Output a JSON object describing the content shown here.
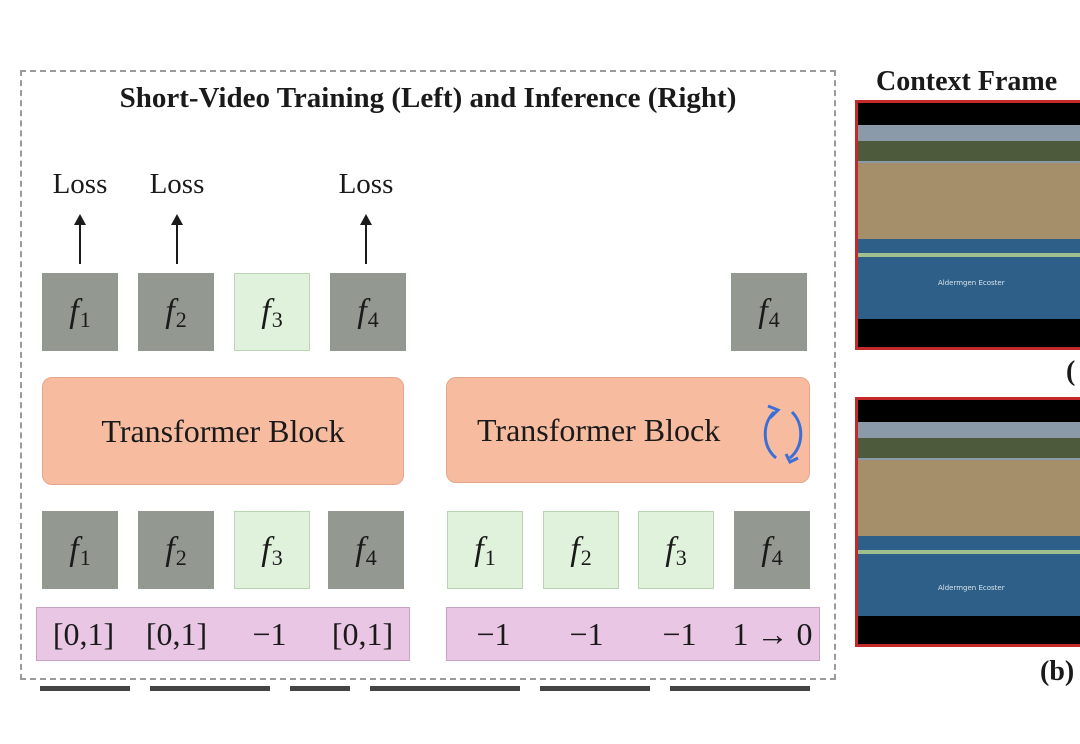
{
  "left_panel": {
    "title": "Short-Video Training (Left) and Inference (Right)",
    "loss_label": "Loss",
    "block_label": "Transformer Block",
    "training": {
      "outputs": [
        {
          "sym": "f",
          "sub": "1",
          "kind": "gray",
          "loss": true
        },
        {
          "sym": "f",
          "sub": "2",
          "kind": "gray",
          "loss": true
        },
        {
          "sym": "f",
          "sub": "3",
          "kind": "green",
          "loss": false
        },
        {
          "sym": "f",
          "sub": "4",
          "kind": "gray",
          "loss": true
        }
      ],
      "inputs": [
        {
          "sym": "f",
          "sub": "1",
          "kind": "gray"
        },
        {
          "sym": "f",
          "sub": "2",
          "kind": "gray"
        },
        {
          "sym": "f",
          "sub": "3",
          "kind": "green"
        },
        {
          "sym": "f",
          "sub": "4",
          "kind": "gray"
        }
      ],
      "noise_levels": [
        "[0,1]",
        "[0,1]",
        "−1",
        "[0,1]"
      ]
    },
    "inference": {
      "output": {
        "sym": "f",
        "sub": "4",
        "kind": "gray"
      },
      "inputs": [
        {
          "sym": "f",
          "sub": "1",
          "kind": "green"
        },
        {
          "sym": "f",
          "sub": "2",
          "kind": "green"
        },
        {
          "sym": "f",
          "sub": "3",
          "kind": "green"
        },
        {
          "sym": "f",
          "sub": "4",
          "kind": "gray"
        }
      ],
      "noise_levels": [
        "−1",
        "−1",
        "−1",
        "1 → 0"
      ]
    }
  },
  "right_panel": {
    "title": "Context Frame",
    "caption_top": "(",
    "caption_bottom": "(b)",
    "overlay_text": "Aldermgen Ecoster"
  },
  "colors": {
    "gray_token": "#939890",
    "green_token": "#e1f2dc",
    "transformer_block": "#f7bba0",
    "noise_row": "#e9c6e4",
    "loop_arrow": "#3a6fd8",
    "frame_border": "#c52a2a"
  }
}
